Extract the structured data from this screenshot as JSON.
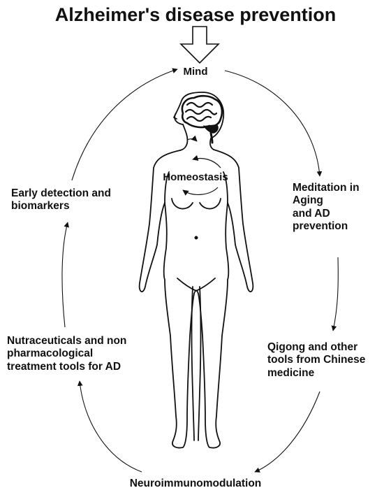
{
  "title": "Alzheimer's disease prevention",
  "nodes": {
    "mind": "Mind",
    "homeostasis": "Homeostasis",
    "early_detection": [
      "Early detection and",
      "biomarkers"
    ],
    "meditation": [
      "Meditation in",
      "Aging",
      "and AD",
      "prevention"
    ],
    "nutraceuticals": [
      "Nutraceuticals and non",
      "pharmacological",
      "treatment tools for AD"
    ],
    "qigong": [
      "Qigong and other",
      "tools from Chinese",
      "medicine"
    ],
    "neuroimmunomodulation": "Neuroimmunomodulation"
  },
  "icons": {
    "brain": "brain-icon",
    "body": "human-body-figure",
    "down_arrow": "down-arrow-icon",
    "cycle": "circular-arrows-icon"
  },
  "colors": {
    "ink": "#111111",
    "background": "#ffffff"
  }
}
